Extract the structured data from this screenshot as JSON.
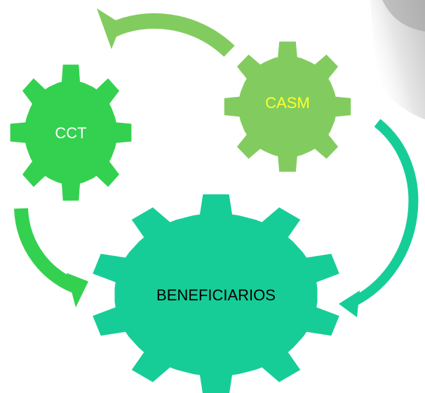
{
  "nodes": {
    "cct": {
      "label": "CCT",
      "fill": "#33d14f",
      "text_color": "#ffffff"
    },
    "casm": {
      "label": "CASM",
      "fill": "#82cc5f",
      "text_color": "#ffff2b"
    },
    "beneficiarios": {
      "label": "BENEFICIARIOS",
      "fill": "#17cd97",
      "text_color": "#000000"
    }
  },
  "arrows": {
    "casm_to_cct": {
      "color": "#82cc5f"
    },
    "cct_to_beneficiarios": {
      "color": "#33d14f"
    },
    "casm_to_beneficiarios": {
      "color": "#17cd97"
    }
  }
}
